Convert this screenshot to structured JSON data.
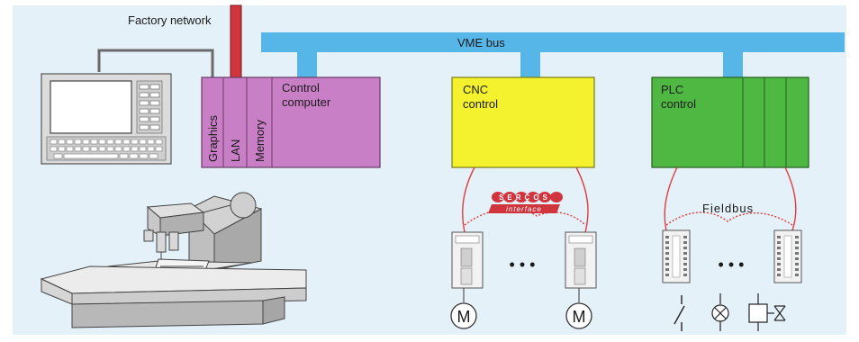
{
  "labels": {
    "factory_network": "Factory network",
    "vme_bus": "VME bus",
    "graphics": "Graphics",
    "lan": "LAN",
    "memory": "Memory",
    "control_line1": "Control",
    "control_line2": "computer",
    "cnc_line1": "CNC",
    "cnc_line2": "control",
    "plc_line1": "PLC",
    "plc_line2": "control",
    "sercos_word": "SERCOS",
    "sercos_sub": "interface",
    "fieldbus": "Fieldbus",
    "dots": "• • •",
    "motor": "M"
  },
  "colors": {
    "background": "#e4f1f9",
    "vme_bus": "#57b6e8",
    "network_cable": "#d0343d",
    "control_computer": "#c97fc5",
    "cnc": "#f4f22e",
    "plc": "#4fb842",
    "connection_line": "#e23b3b"
  },
  "icons": [
    "terminal-icon",
    "milling-machine-icon",
    "servo-drive-icon",
    "motor-icon",
    "io-module-icon",
    "switch-icon",
    "lamp-icon",
    "valve-icon"
  ]
}
